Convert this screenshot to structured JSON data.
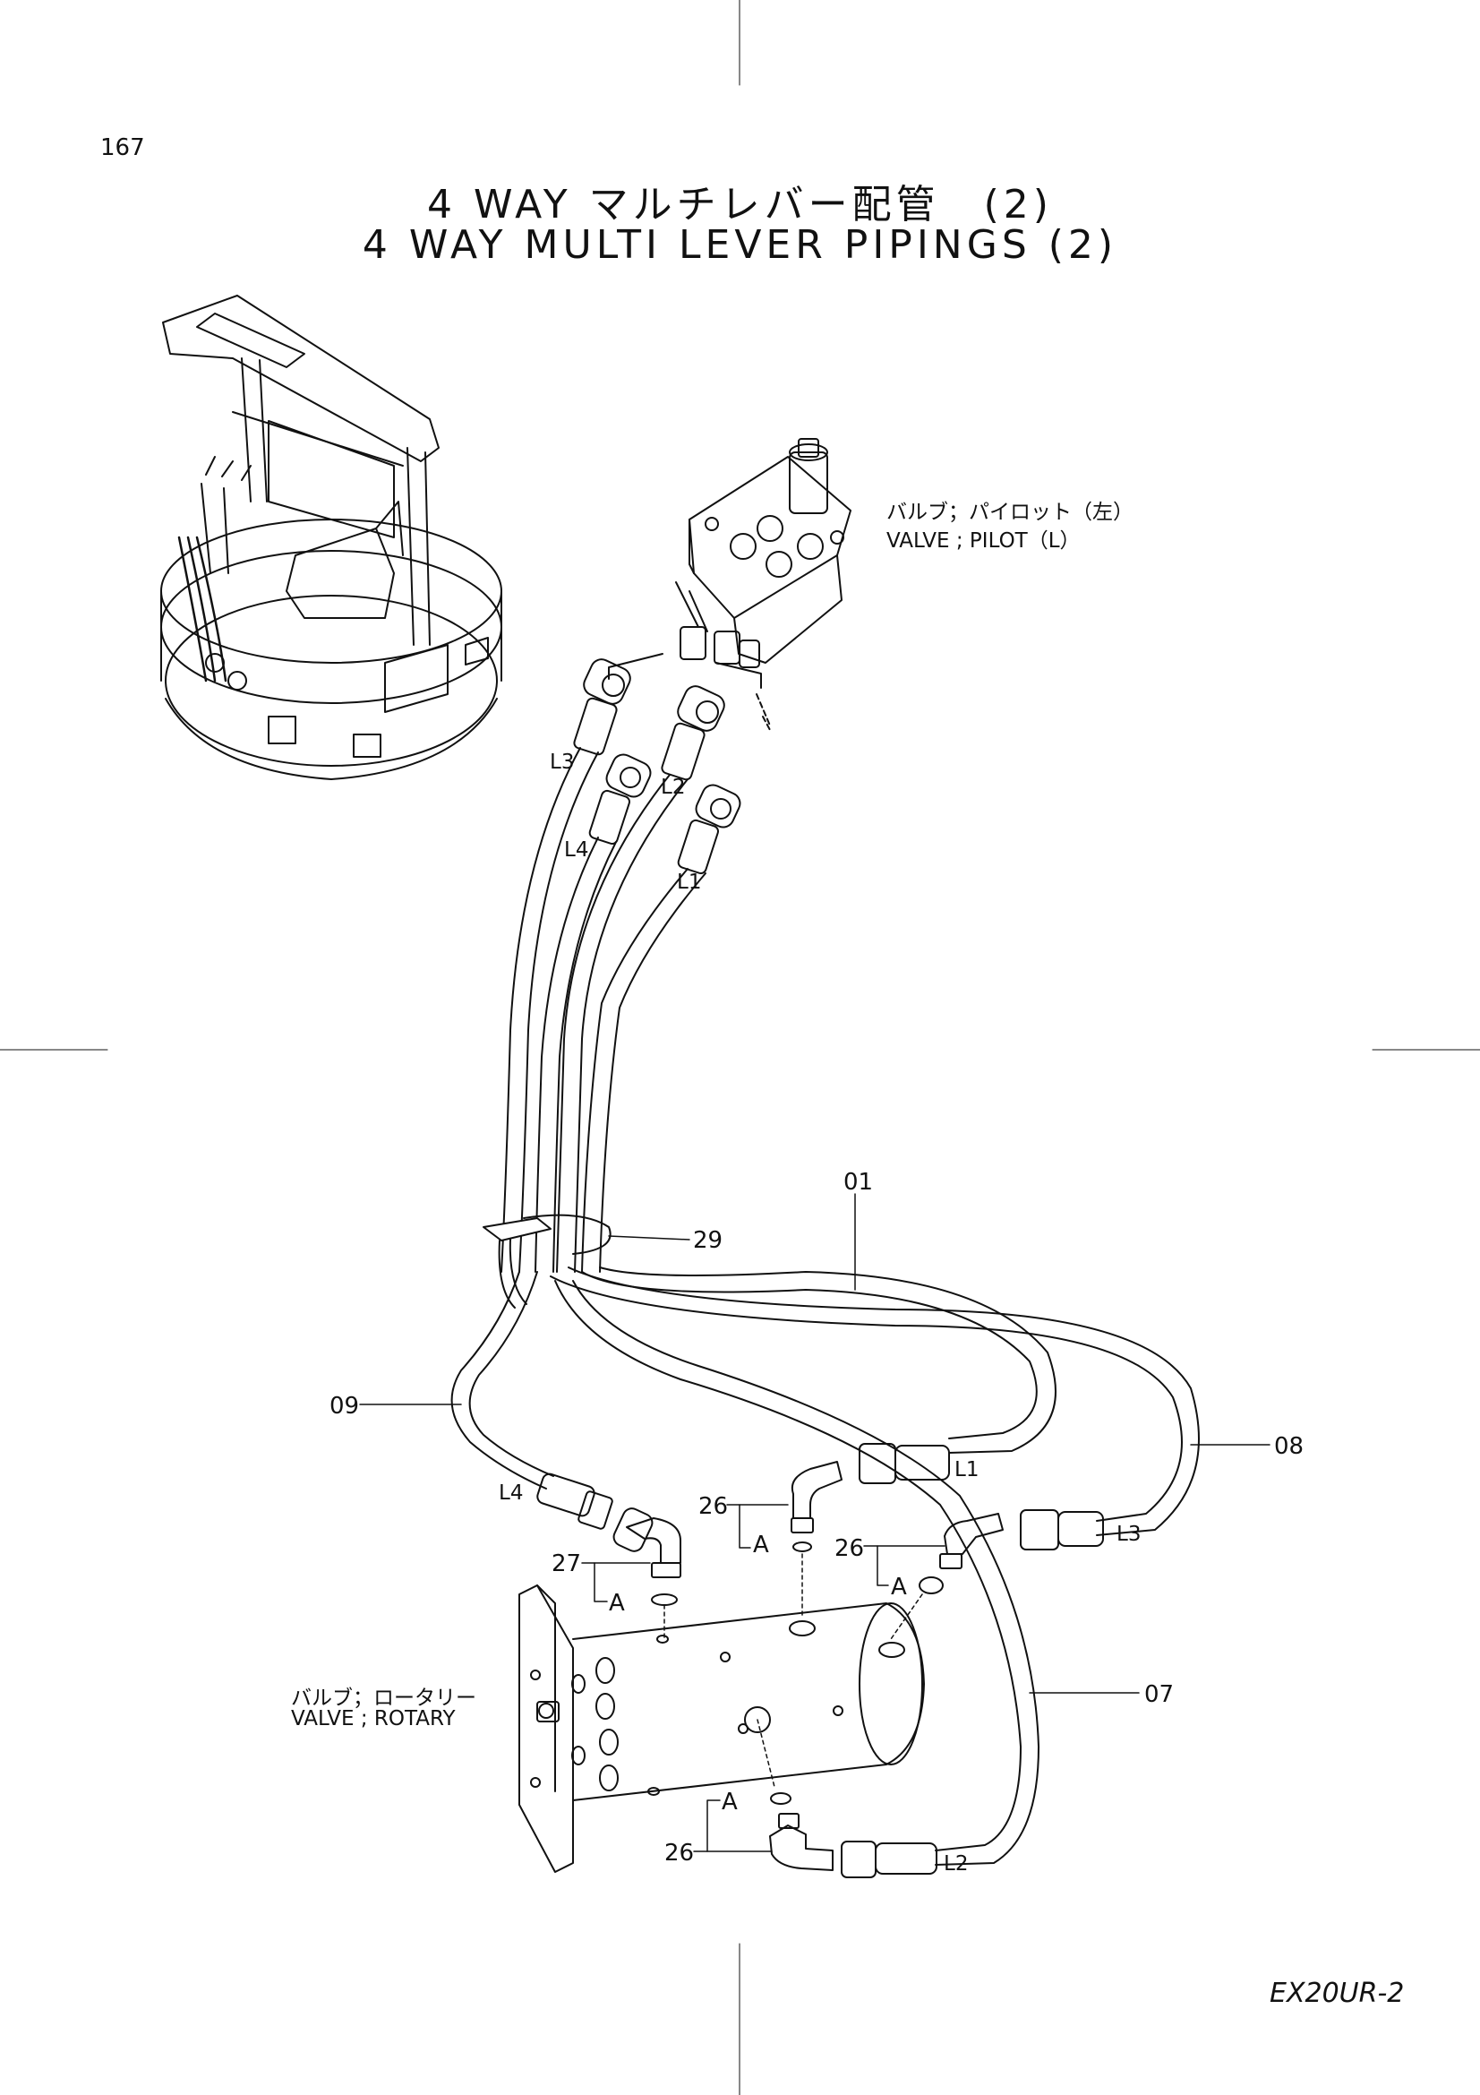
{
  "page_number": "167",
  "title_jp": "4 WAY マルチレバー配管　(2)",
  "title_en": "4 WAY MULTI LEVER PIPINGS (2)",
  "model_code": "EX20UR-2",
  "components": {
    "pilot_valve_jp": "バルブ；パイロット（左）",
    "pilot_valve_en": "VALVE ; PILOT（L）",
    "rotary_valve_jp": "バルブ；ロータリー",
    "rotary_valve_en": "VALVE ; ROTARY"
  },
  "callouts": {
    "c01": "01",
    "c29": "29",
    "c09": "09",
    "c08": "08",
    "c07": "07",
    "c26a": "26",
    "c26b": "26",
    "c26c": "26",
    "c27": "27"
  },
  "hose_labels": {
    "l3_top": "L3",
    "l4_top": "L4",
    "l2_top": "L2",
    "l1_top": "L1",
    "l4_bottom": "L4",
    "l1_bottom": "L1",
    "l3_bottom": "L3",
    "l2_bottom": "L2"
  },
  "section_labels": {
    "a1": "A",
    "a2": "A",
    "a3": "A",
    "a4": "A"
  }
}
